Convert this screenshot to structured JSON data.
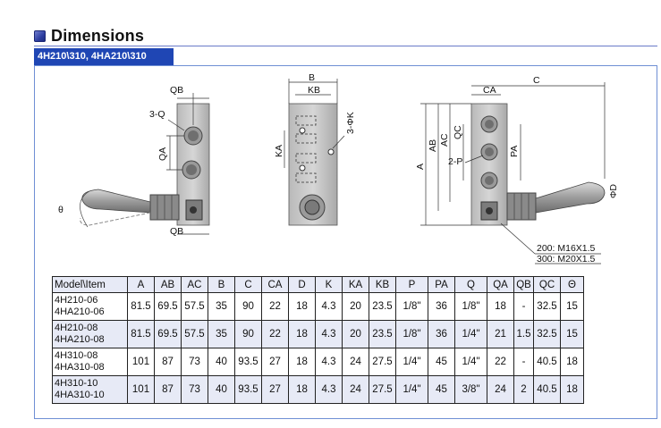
{
  "section_title": "Dimensions",
  "model_tab": "4H210\\310, 4HA210\\310",
  "drawing_labels": {
    "qb_top": "QB",
    "three_q": "3-Q",
    "qa": "QA",
    "theta": "θ",
    "qb_bottom": "QB",
    "b": "B",
    "kb": "KB",
    "three_phi_k": "3-ΦK",
    "ka": "KA",
    "c": "C",
    "ca": "CA",
    "a": "A",
    "ab": "AB",
    "ac": "AC",
    "qc": "QC",
    "pa": "PA",
    "two_p": "2-P",
    "phi_d": "ΦD",
    "note_200": "200: M16X1.5",
    "note_300": "300: M20X1.5"
  },
  "table": {
    "headers": [
      "Model\\Item",
      "A",
      "AB",
      "AC",
      "B",
      "C",
      "CA",
      "D",
      "K",
      "KA",
      "KB",
      "P",
      "PA",
      "Q",
      "QA",
      "QB",
      "QC",
      "Θ"
    ],
    "rows": [
      {
        "model": [
          "4H210-06",
          "4HA210-06"
        ],
        "values": [
          "81.5",
          "69.5",
          "57.5",
          "35",
          "90",
          "22",
          "18",
          "4.3",
          "20",
          "23.5",
          "1/8\"",
          "36",
          "1/8\"",
          "18",
          "-",
          "32.5",
          "15"
        ]
      },
      {
        "model": [
          "4H210-08",
          "4HA210-08"
        ],
        "values": [
          "81.5",
          "69.5",
          "57.5",
          "35",
          "90",
          "22",
          "18",
          "4.3",
          "20",
          "23.5",
          "1/8\"",
          "36",
          "1/4\"",
          "21",
          "1.5",
          "32.5",
          "15"
        ]
      },
      {
        "model": [
          "4H310-08",
          "4HA310-08"
        ],
        "values": [
          "101",
          "87",
          "73",
          "40",
          "93.5",
          "27",
          "18",
          "4.3",
          "24",
          "27.5",
          "1/4\"",
          "45",
          "1/4\"",
          "22",
          "-",
          "40.5",
          "18"
        ]
      },
      {
        "model": [
          "4H310-10",
          "4HA310-10"
        ],
        "values": [
          "101",
          "87",
          "73",
          "40",
          "93.5",
          "27",
          "18",
          "4.3",
          "24",
          "27.5",
          "1/4\"",
          "45",
          "3/8\"",
          "24",
          "2",
          "40.5",
          "18"
        ]
      }
    ]
  }
}
